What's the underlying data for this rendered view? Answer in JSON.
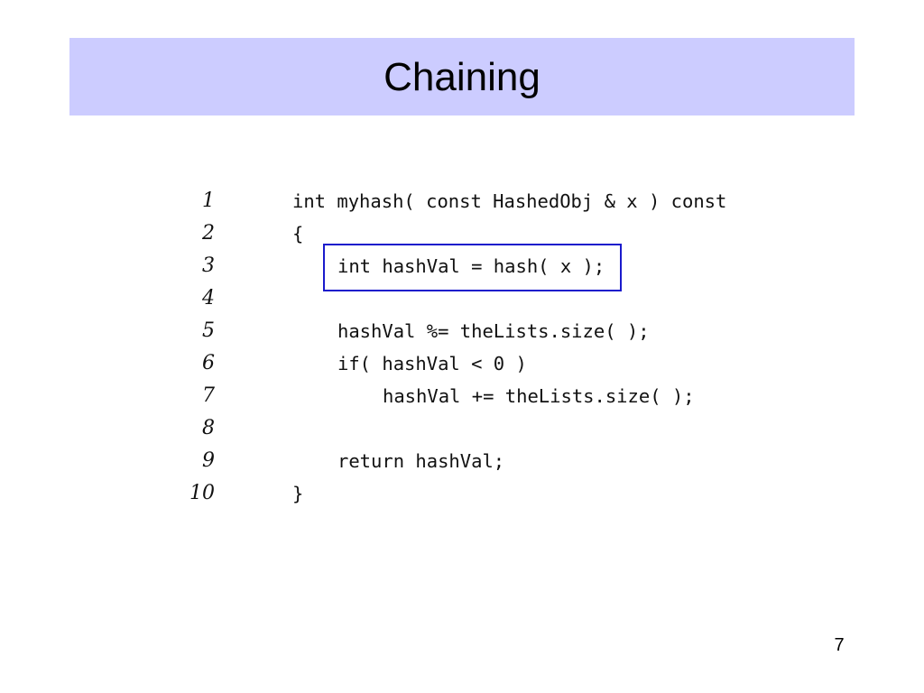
{
  "slide": {
    "title": "Chaining",
    "page_number": "7"
  },
  "code": {
    "lines": [
      {
        "num": "1",
        "text": "int myhash( const HashedObj & x ) const"
      },
      {
        "num": "2",
        "text": "{"
      },
      {
        "num": "3",
        "text": "int hashVal = hash( x );"
      },
      {
        "num": "4",
        "text": ""
      },
      {
        "num": "5",
        "text": "hashVal %= theLists.size( );"
      },
      {
        "num": "6",
        "text": "if( hashVal < 0 )"
      },
      {
        "num": "7",
        "text": "hashVal += theLists.size( );"
      },
      {
        "num": "8",
        "text": ""
      },
      {
        "num": "9",
        "text": "return hashVal;"
      },
      {
        "num": "10",
        "text": "}"
      }
    ]
  },
  "colors": {
    "title_bar_background": "#ccccff",
    "highlight_border": "#1a1acc"
  }
}
